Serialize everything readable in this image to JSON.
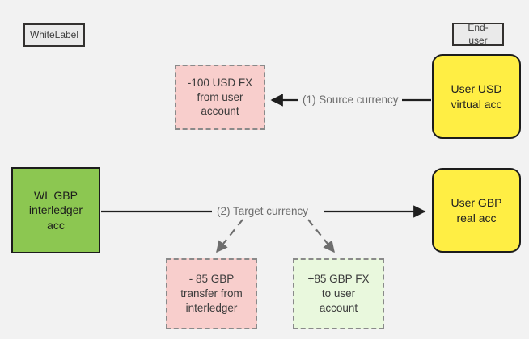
{
  "diagram": {
    "title_chips": [
      {
        "id": "whitelabel",
        "label": "WhiteLabel"
      },
      {
        "id": "end-user",
        "label": "End-user"
      }
    ],
    "nodes": [
      {
        "id": "fx-debit-usd",
        "label": "-100 USD FX\nfrom user\naccount",
        "kind": "ledger-entry-debit",
        "fill": "#f8cecc",
        "stroke": "#8a8a8a"
      },
      {
        "id": "user-usd-virtual-acc",
        "label": "User USD\nvirtual acc",
        "kind": "account",
        "fill": "#ffee44",
        "stroke": "#1c1c1c"
      },
      {
        "id": "wl-gbp-interledger-acc",
        "label": "WL GBP\ninterledger\nacc",
        "kind": "interledger-account",
        "fill": "#8cc751",
        "stroke": "#1c1c1c"
      },
      {
        "id": "user-gbp-real-acc",
        "label": "User GBP\nreal acc",
        "kind": "account",
        "fill": "#ffee44",
        "stroke": "#1c1c1c"
      },
      {
        "id": "gbp-transfer-debit",
        "label": "- 85 GBP\ntransfer from\ninterledger",
        "kind": "ledger-entry-debit",
        "fill": "#f8cecc",
        "stroke": "#8a8a8a"
      },
      {
        "id": "gbp-fx-credit",
        "label": "+85 GBP FX\nto user\naccount",
        "kind": "ledger-entry-credit",
        "fill": "#e9f8dd",
        "stroke": "#8a8a8a"
      }
    ],
    "edges": [
      {
        "id": "source-currency",
        "label": "(1) Source currency",
        "from": "user-usd-virtual-acc",
        "to": "fx-debit-usd",
        "style": "solid"
      },
      {
        "id": "target-currency",
        "label": "(2) Target currency",
        "from": "wl-gbp-interledger-acc",
        "to": "user-gbp-real-acc",
        "style": "solid"
      },
      {
        "id": "target-currency-to-debit",
        "label": "",
        "from": "target-currency",
        "to": "gbp-transfer-debit",
        "style": "dashed"
      },
      {
        "id": "target-currency-to-credit",
        "label": "",
        "from": "target-currency",
        "to": "gbp-fx-credit",
        "style": "dashed"
      }
    ],
    "colors": {
      "background": "#f2f2f2",
      "accent_yellow": "#ffee44",
      "accent_green": "#8cc751",
      "entry_pink": "#f8cecc",
      "entry_green": "#e9f8dd",
      "edge": "#1f1f1f",
      "edge_dashed": "#6e6e6e",
      "label_text": "#6e6e6e"
    }
  }
}
